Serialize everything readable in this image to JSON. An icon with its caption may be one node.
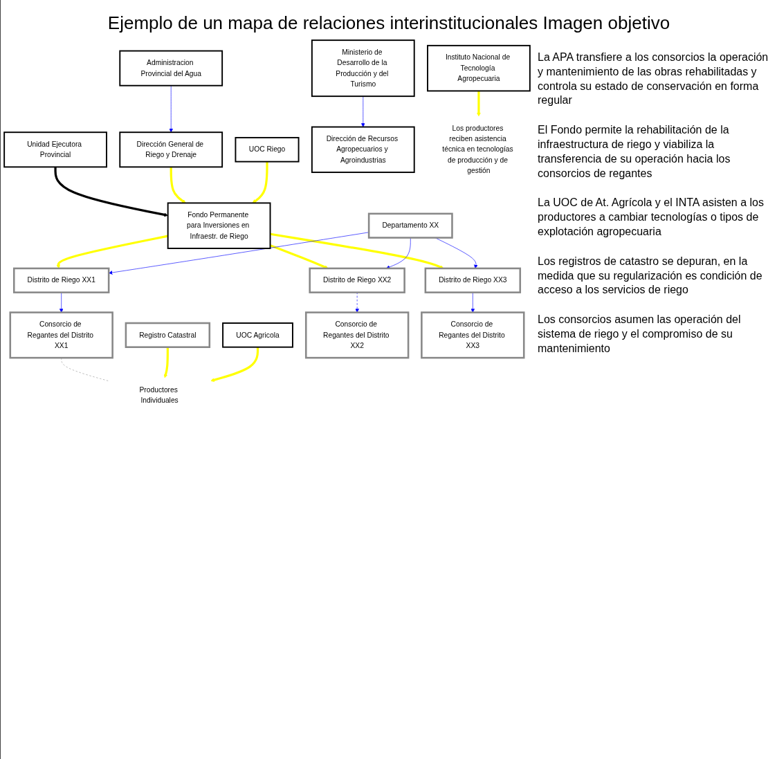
{
  "diagram": {
    "title": "Ejemplo de un mapa de relaciones interinstitucionales Imagen objetivo",
    "nodes": [
      {
        "text": [
          "Administracion Provincial del Agua"
        ]
      },
      {
        "text": [
          "Ministerio de Desarrollo de la Producción y del Turismo"
        ]
      },
      {
        "text": [
          "Instituto Nacional de Tecnología Agropecuaria"
        ]
      },
      {
        "text": [
          "Unidad Ejecutora Provincial"
        ]
      },
      {
        "text": [
          "Dirección General de Riego y Drenaje"
        ]
      },
      {
        "text": [
          "UOC Riego"
        ]
      },
      {
        "text": [
          "Dirección de Recursos Agropecuarios y Agroindustrias"
        ]
      },
      {
        "text": [
          "UOC Agricola"
        ]
      },
      {
        "text": [
          "Fondo Permanente para Inversiones en Infraestr. de Riego"
        ]
      },
      {
        "text": [
          "Departamento XX"
        ]
      },
      {
        "text": [
          "Registro Catastral"
        ]
      },
      {
        "text": [
          "Distrito de Riego XX1"
        ]
      },
      {
        "text": [
          "Distrito de Riego XX2"
        ]
      },
      {
        "text": [
          "Distrito de Riego XX3"
        ]
      },
      {
        "text": [
          "Consorcio de Regantes del Distrito XX1"
        ]
      },
      {
        "text": [
          "Consorcio de Regantes del Distrito XX2"
        ]
      },
      {
        "text": [
          "Consorcio de Regantes del Distrito XX3"
        ]
      },
      {
        "text": [
          "Productores Individuales"
        ]
      },
      {
        "text": [
          "Los productores reciben asistencia técnica en tecnologías de producción y de gestión"
        ]
      }
    ],
    "edges": [
      {
        "from": 0,
        "to": 4,
        "arrow": "to",
        "color": "#0000ff"
      },
      {
        "from": 1,
        "to": 6,
        "arrow": "to",
        "color": "#0000ff"
      },
      {
        "from": 3,
        "to": 8,
        "arrow": "to",
        "style": "thick",
        "color": "#000000"
      },
      {
        "from": 4,
        "to": 8,
        "arrow": "to",
        "style": "thick",
        "color": "#ffff00"
      },
      {
        "from": 5,
        "to": 8,
        "arrow": "to",
        "style": "thick",
        "color": "#ffff00"
      },
      {
        "from": 8,
        "to": 11,
        "arrow": "to",
        "style": "thick",
        "color": "#ffff00"
      },
      {
        "from": 8,
        "to": 12,
        "arrow": "to",
        "style": "thick",
        "color": "#ffff00"
      },
      {
        "from": 8,
        "to": 13,
        "arrow": "to",
        "style": "thick",
        "color": "#ffff00"
      },
      {
        "from": 9,
        "to": 11,
        "arrow": "to",
        "color": "#0000ff"
      },
      {
        "from": 9,
        "to": 12,
        "arrow": "to",
        "color": "#0000ff"
      },
      {
        "from": 9,
        "to": 13,
        "arrow": "to",
        "color": "#0000ff"
      },
      {
        "from": 11,
        "to": 14,
        "arrow": "to",
        "color": "#0000ff"
      },
      {
        "from": 12,
        "to": 15,
        "arrow": "to",
        "style": "dashed",
        "color": "#0000ff"
      },
      {
        "from": 13,
        "to": 16,
        "arrow": "to",
        "color": "#0000ff"
      },
      {
        "from": 14,
        "to": 17,
        "arrow": "none",
        "style": "dashed",
        "color": "#999999"
      },
      {
        "from": 10,
        "to": 17,
        "arrow": "to",
        "style": "thick",
        "color": "#ffff00"
      },
      {
        "from": 7,
        "to": 17,
        "arrow": "to",
        "style": "thick",
        "color": "#ffff00"
      },
      {
        "from": 2,
        "to": 18,
        "arrow": "to",
        "style": "thick",
        "color": "#ffff00"
      }
    ],
    "labels": [
      "La APA transfiere a los consorcios la operación y mantenimiento de las obras rehabilitadas y controla su estado de conservación en forma regular",
      "El Fondo permite la rehabilitación de la infraestructura de riego y viabiliza la transferencia de su operación hacia los consorcios de regantes",
      "La UOC de At. Agrícola y el INTA asisten a los productores a cambiar tecnologías o tipos de explotación agropecuaria",
      "Los registros de catastro se depuran, en la medida que su regularización es condición de acceso a los servicios de riego",
      "Los consorcios asumen las operación del sistema de riego y el compromiso de su mantenimiento"
    ]
  }
}
